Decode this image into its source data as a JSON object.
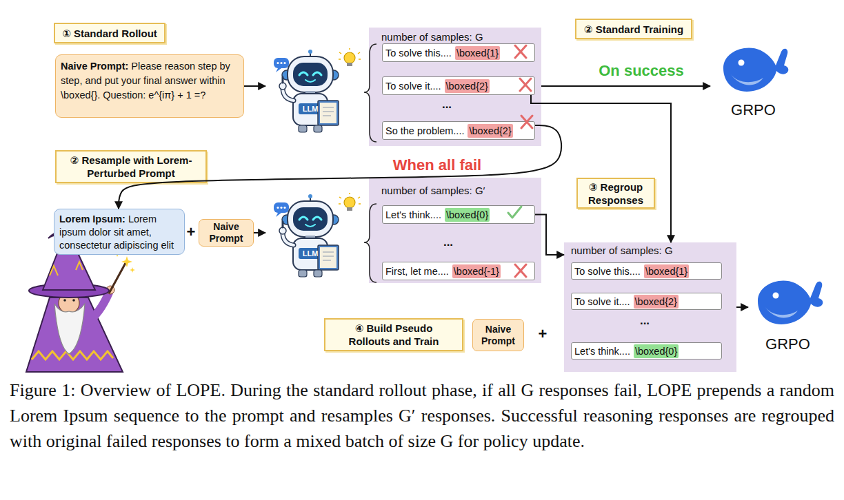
{
  "diagram": {
    "caption": "Figure 1: Overview of LOPE. During the standard rollout phase, if all G responses fail, LOPE prepends a random Lorem Ipsum sequence to the prompt and resamples G′ responses. Successful reasoning responses are regrouped with original failed responses to form a mixed batch of size G for policy update.",
    "nodes": [
      {
        "text": [
          "① Standard Rollout"
        ]
      },
      {
        "text": [
          "Naive Prompt:",
          "Please reason step by step, and put your final answer within \\boxed{}. Question: e^{iπ} + 1 =?"
        ]
      },
      {
        "text": [
          "LLM"
        ]
      },
      {
        "text": [
          "number of samples: G"
        ]
      },
      {
        "text": [
          "To solve this....",
          "\\boxed{1}"
        ],
        "in": 3
      },
      {
        "text": [
          "To solve it....",
          "\\boxed{2}"
        ],
        "in": 3
      },
      {
        "text": [
          "So the problem....",
          "\\boxed{2}"
        ],
        "in": 3
      },
      {
        "text": [
          "② Standard Training"
        ]
      },
      {
        "text": [
          "GRPO"
        ]
      },
      {
        "text": [
          "② Resample with Lorem-Perturbed Prompt"
        ]
      },
      {
        "text": [
          "Lorem Ipsum:",
          "Lorem ipsum dolor sit amet, consectetur adipiscing elit"
        ]
      },
      {
        "text": [
          "Naive Prompt"
        ]
      },
      {
        "text": [
          "LLM"
        ]
      },
      {
        "text": [
          "number of samples: G′"
        ]
      },
      {
        "text": [
          "Let's think....",
          "\\boxed{0}"
        ],
        "in": 13
      },
      {
        "text": [
          "First, let me....",
          "\\boxed{-1}"
        ],
        "in": 13
      },
      {
        "text": [
          "③ Regroup Responses"
        ]
      },
      {
        "text": [
          "number of samples: G"
        ]
      },
      {
        "text": [
          "To solve this....",
          "\\boxed{1}"
        ],
        "in": 17
      },
      {
        "text": [
          "To solve it....",
          "\\boxed{2}"
        ],
        "in": 17
      },
      {
        "text": [
          "Let's think....",
          "\\boxed{0}"
        ],
        "in": 17
      },
      {
        "text": [
          "④ Build Pseudo Rollouts and Train"
        ]
      },
      {
        "text": [
          "Naive Prompt"
        ]
      },
      {
        "text": [
          "GRPO"
        ]
      }
    ],
    "edges": [
      {
        "from": 1,
        "to": 2,
        "arrow": "to"
      },
      {
        "from": 3,
        "to": 8,
        "arrow": "to",
        "label": "On success"
      },
      {
        "from": 5,
        "to": 17,
        "arrow": "to"
      },
      {
        "from": 6,
        "to": 10,
        "arrow": "to",
        "label": "When all fail"
      },
      {
        "from": 11,
        "to": 12,
        "arrow": "to"
      },
      {
        "from": 14,
        "to": 17,
        "arrow": "to"
      },
      {
        "from": 17,
        "to": 23,
        "arrow": "to"
      }
    ],
    "labels": [
      "...",
      "...",
      "...",
      "+",
      "+"
    ]
  }
}
